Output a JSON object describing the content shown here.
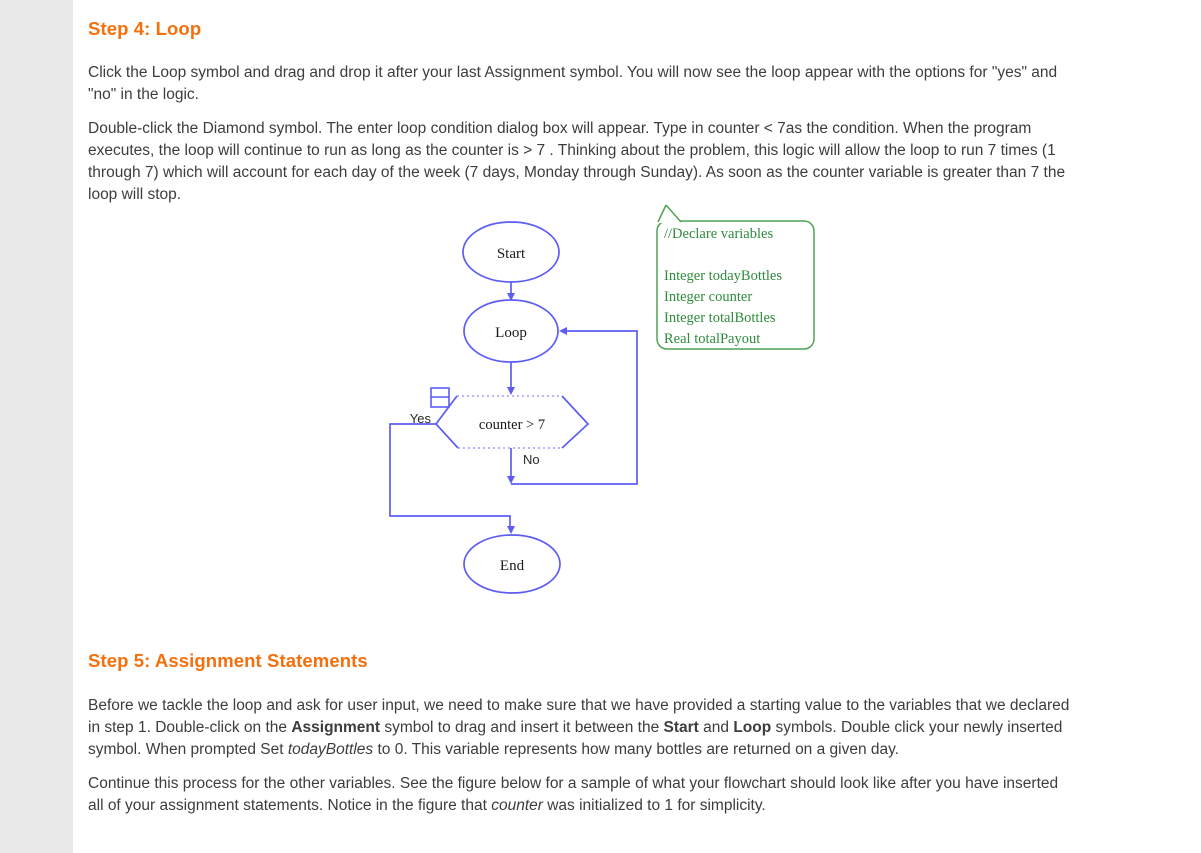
{
  "colors": {
    "accent": "#F56F0D",
    "flow-blue": "#5D5DF3",
    "flow-blue-light": "#A0A0F7",
    "comment-green": "#4FA455",
    "comment-text": "#2E8B3C",
    "body-text": "#3D3D3D",
    "node-text": "#1A1A1A",
    "bg-side": "#E9E9E9",
    "bg-bottom": "#F0F0F0"
  },
  "step4": {
    "heading": "Step 4: Loop",
    "p1": "Click the Loop symbol and drag and drop it after your last Assignment symbol. You will now see the loop appear with the options for \"yes\" and \"no\" in the logic.",
    "p2": "Double-click the Diamond symbol. The enter loop condition dialog box will appear. Type in counter < 7as the condition. When the program executes, the loop will continue to run as long as the counter is > 7 .  Thinking about the problem, this logic will allow the loop to run 7 times (1 through 7) which will account for each day of the week (7 days, Monday through Sunday). As soon as the counter variable is greater than 7 the loop will stop."
  },
  "step5": {
    "heading": "Step 5: Assignment Statements",
    "p3": {
      "segments": [
        "Before we tackle the loop and ask for user input, we need to make sure that we have provided a starting value to the variables that we declared in step 1. Double-click on the ",
        "Assignment",
        " symbol to drag and insert it between the ",
        "Start",
        " and ",
        "Loop",
        " symbols. Double click your newly inserted symbol. When prompted Set ",
        "todayBottles",
        " to 0. This variable represents how many bottles are returned on a given day."
      ]
    },
    "p4": {
      "segments": [
        "Continue this process for the other variables. See the figure below for a sample of what your flowchart should look like after you have inserted all of your assignment statements. Notice in the figure that ",
        "counter",
        " was initialized to 1 for simplicity."
      ]
    }
  },
  "flowchart": {
    "nodes": {
      "start": "Start",
      "loop": "Loop",
      "condition": "counter > 7",
      "end": "End"
    },
    "labels": {
      "yes": "Yes",
      "no": "No"
    },
    "comment": {
      "lines": [
        "//Declare variables",
        "Integer todayBottles",
        "Integer counter",
        "Integer totalBottles",
        "Real totalPayout"
      ]
    }
  }
}
